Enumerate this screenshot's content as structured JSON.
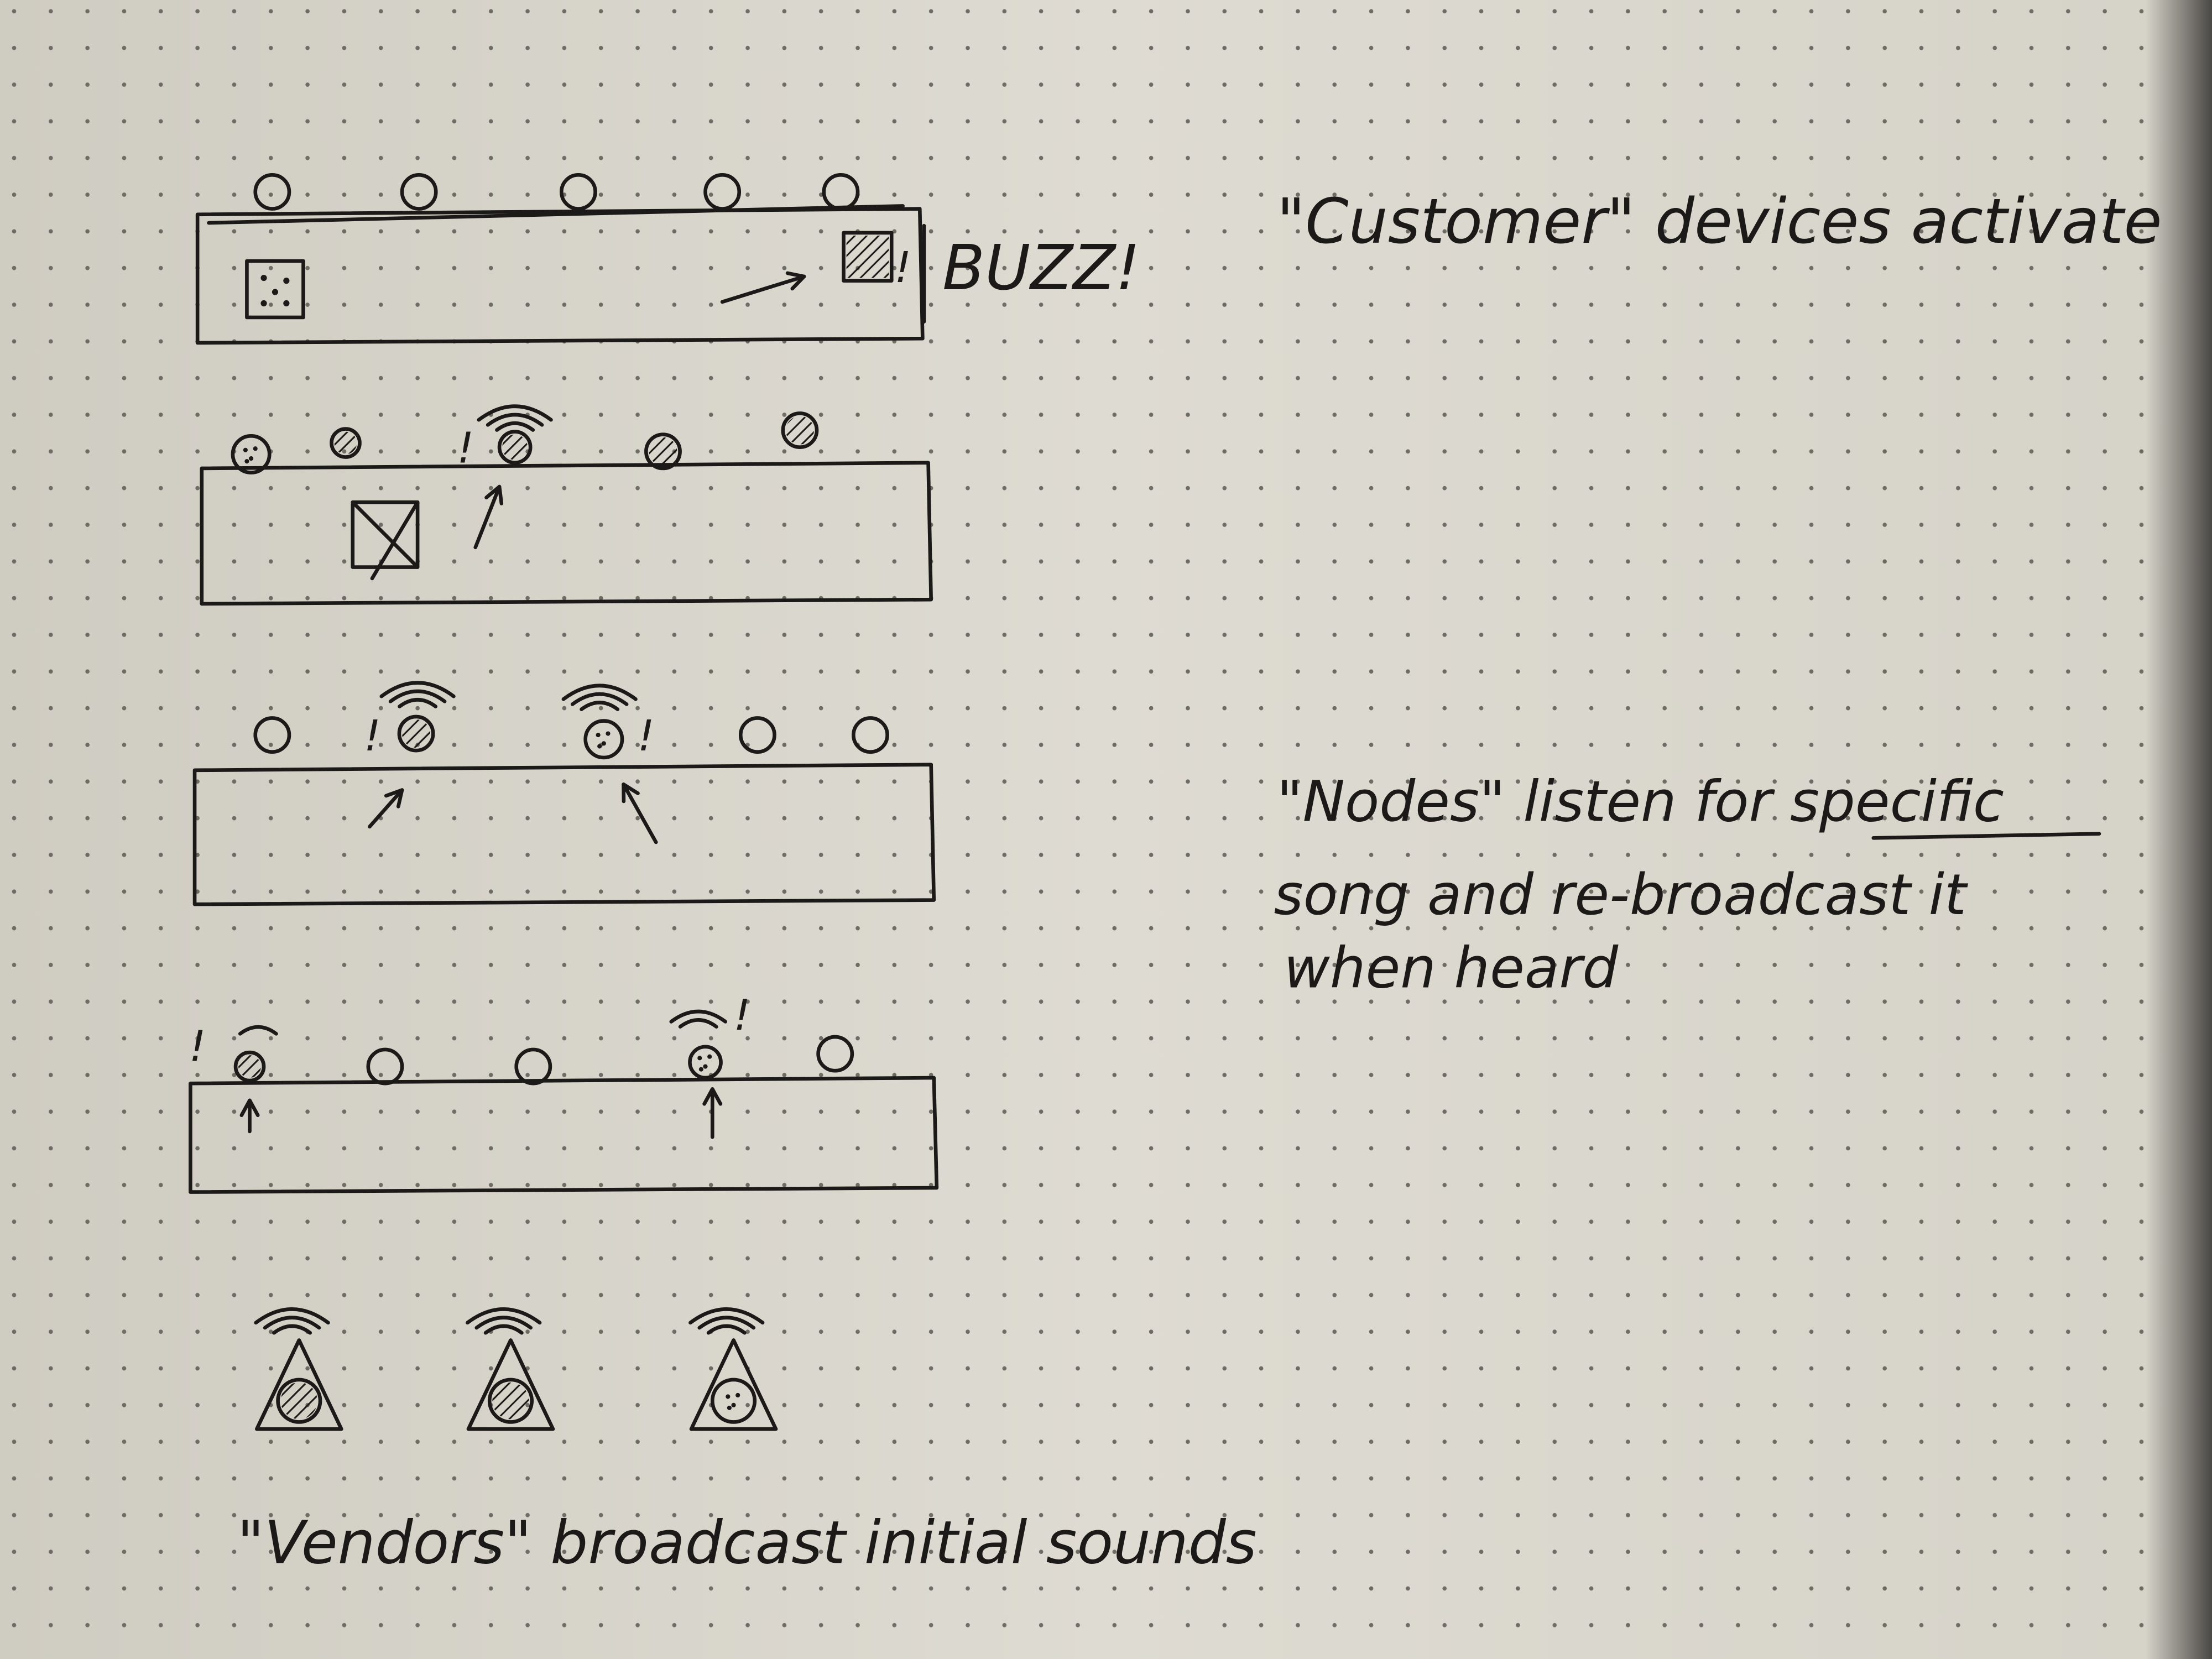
{
  "captions": {
    "customer": "\"Customer\" devices activate",
    "buzz": "BUZZ!",
    "nodes_line1_pre": "\"Nodes\" listen for ",
    "nodes_line1_emph": "specific",
    "nodes_line2": "song and re-broadcast it",
    "nodes_line3": "when heard",
    "vendors": "\"Vendors\" broadcast initial sounds"
  },
  "marks": {
    "exclamation": "!"
  },
  "colors": {
    "paper": "#d8d5cb",
    "ink": "#1c1a18",
    "dot": "#6f6c66"
  }
}
